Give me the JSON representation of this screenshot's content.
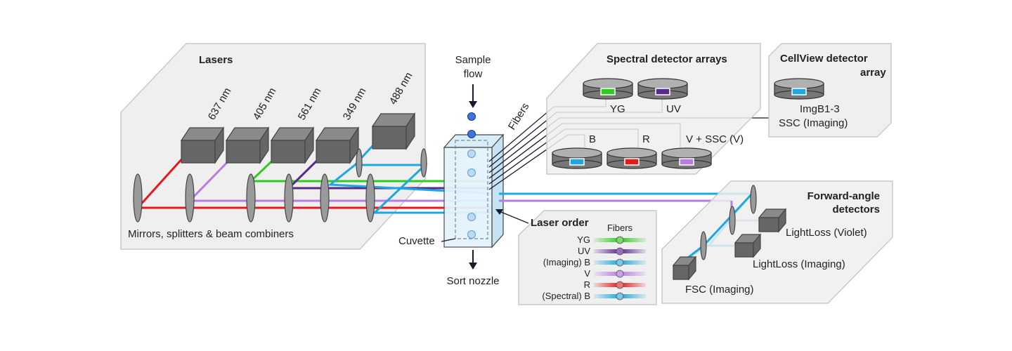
{
  "lasers_panel": {
    "title": "Lasers",
    "caption": "Mirrors, splitters & beam combiners",
    "wavelengths": [
      "637 nm",
      "405 nm",
      "561 nm",
      "349 nm",
      "488 nm"
    ]
  },
  "sample": {
    "flow_line1": "Sample",
    "flow_line2": "flow",
    "cuvette": "Cuvette",
    "nozzle": "Sort nozzle",
    "fibers": "Fibers"
  },
  "spectral_panel": {
    "title": "Spectral detector arrays",
    "detectors": [
      "YG",
      "UV",
      "B",
      "R",
      "V + SSC (V)"
    ]
  },
  "cellview_panel": {
    "title_line1": "CellView detector",
    "title_line2": "array",
    "label_line1": "ImgB1-3",
    "label_line2": "SSC (Imaging)"
  },
  "forward_panel": {
    "title_line1": "Forward-angle",
    "title_line2": "detectors",
    "lightloss_violet": "LightLoss (Violet)",
    "lightloss_imaging": "LightLoss (Imaging)",
    "fsc": "FSC (Imaging)"
  },
  "laser_order": {
    "title": "Laser order",
    "fibers_header": "Fibers",
    "rows": [
      "YG",
      "UV",
      "(Imaging) B",
      "V",
      "R",
      "(Spectral) B"
    ]
  },
  "colors": {
    "red": "#e41a1c",
    "violet": "#b77ee0",
    "green": "#2ecc1f",
    "uv": "#5a2a8a",
    "blue": "#1ea7e0"
  }
}
